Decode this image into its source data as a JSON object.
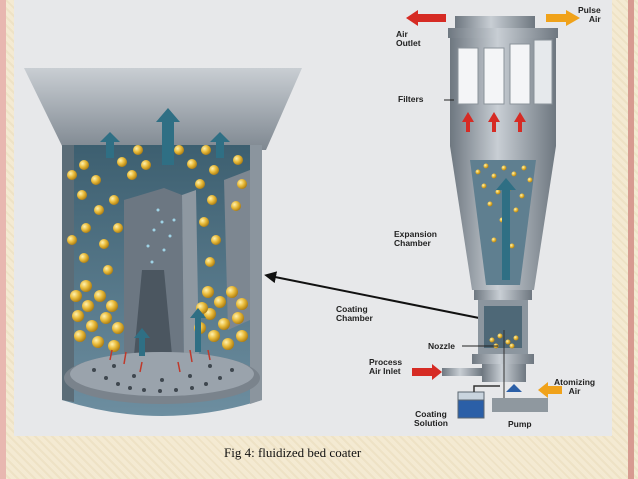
{
  "caption": "Fig 4: fluidized bed coater",
  "labels": {
    "pulse_air": "Pulse\nAir",
    "air_outlet": "Air\nOutlet",
    "filters": "Filters",
    "expansion_chamber": "Expansion\nChamber",
    "coating_chamber": "Coating\nChamber",
    "nozzle": "Nozzle",
    "process_air_inlet": "Process\nAir Inlet",
    "atomizing_air": "Atomizing\nAir",
    "coating_solution": "Coating\nSolution",
    "pump": "Pump"
  },
  "colors": {
    "stripe_left": "#e8b7b0",
    "stripe_right": "#d79a90",
    "panel": "#e7e8ea",
    "metal": "#9aa2ab",
    "particle": "#e4b73a",
    "air_arrow": "#2f6f84",
    "red_arrow": "#d62b24",
    "orange_arrow": "#f0a21a"
  }
}
